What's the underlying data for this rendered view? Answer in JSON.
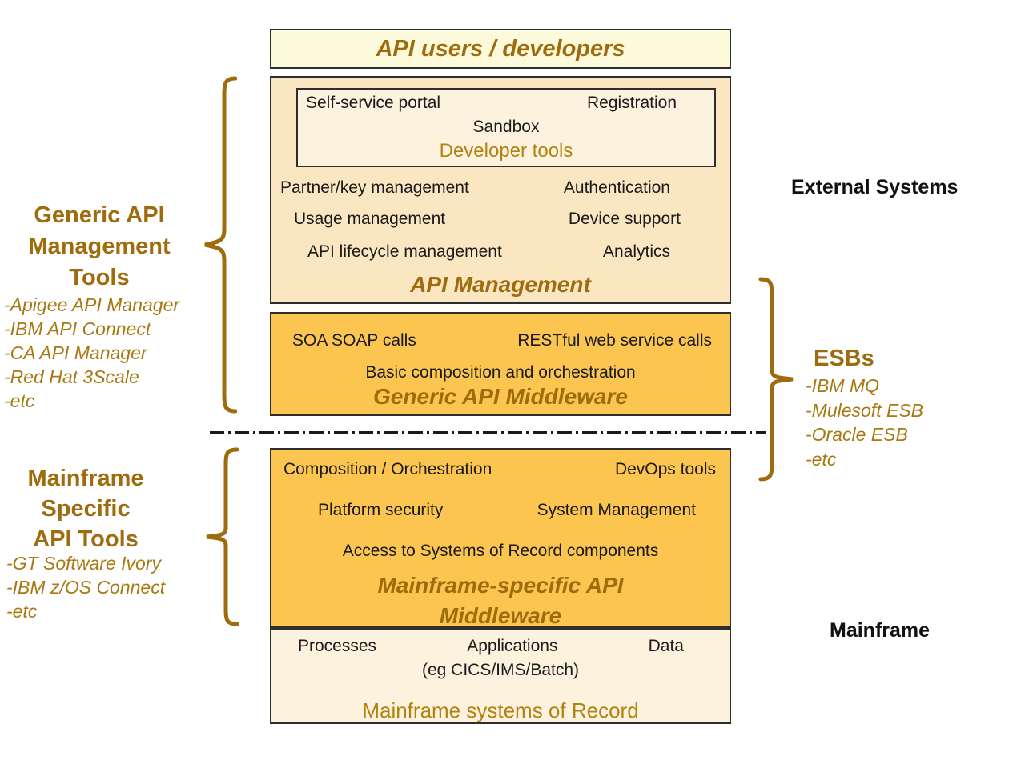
{
  "colors": {
    "brand_dark": "#9E6C0C",
    "brand_mid": "#A87811",
    "brand_light": "#B28312",
    "bg_top": "#FCFADB",
    "bg_peach": "#FBE6C2",
    "bg_cream": "#FDF2DD",
    "bg_orange": "#FBC54F",
    "border": "#2e2e2e"
  },
  "top_box": {
    "title": "API users / developers"
  },
  "api_management_box": {
    "developer_tools": {
      "portal": "Self-service portal",
      "registration": "Registration",
      "sandbox": "Sandbox",
      "title": "Developer tools"
    },
    "partner_key": "Partner/key management",
    "authentication": "Authentication",
    "usage": "Usage management",
    "device": "Device support",
    "lifecycle": "API lifecycle management",
    "analytics": "Analytics",
    "title": "API Management"
  },
  "generic_middleware_box": {
    "soa": "SOA SOAP calls",
    "rest": "RESTful web service calls",
    "composition": "Basic composition and orchestration",
    "title": "Generic API Middleware"
  },
  "mainframe_middleware_box": {
    "composition": "Composition / Orchestration",
    "devops": "DevOps tools",
    "security": "Platform security",
    "sysmgmt": "System Management",
    "access": "Access to Systems of Record components",
    "title_lines": [
      "Mainframe-specific API",
      "Middleware"
    ]
  },
  "systems_of_record_box": {
    "processes": "Processes",
    "applications": "Applications",
    "data": "Data",
    "example": "(eg CICS/IMS/Batch)",
    "title": "Mainframe systems of Record"
  },
  "left_labels": {
    "generic_tools": {
      "heading_lines": [
        "Generic API",
        "Management",
        "Tools"
      ],
      "items": [
        "-Apigee API Manager",
        "-IBM API Connect",
        "-CA API Manager",
        "-Red Hat 3Scale",
        "-etc"
      ]
    },
    "mainframe_tools": {
      "heading_lines": [
        "Mainframe",
        "Specific",
        "API Tools"
      ],
      "items": [
        "-GT Software Ivory",
        "-IBM z/OS Connect",
        "-etc"
      ]
    }
  },
  "right_labels": {
    "external_systems": "External Systems",
    "esbs": {
      "title": "ESBs",
      "items": [
        "-IBM MQ",
        "-Mulesoft ESB",
        "-Oracle ESB",
        "-etc"
      ]
    },
    "mainframe": "Mainframe"
  }
}
